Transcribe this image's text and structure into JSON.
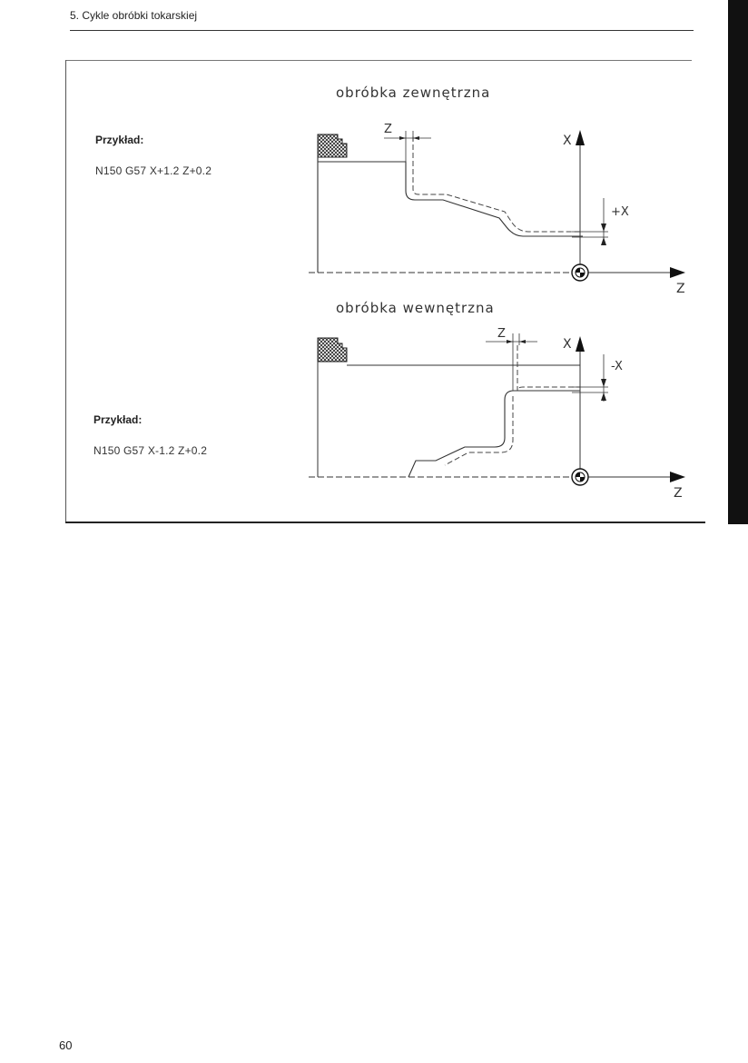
{
  "header": {
    "chapter_title": "5. Cykle obróbki tokarskiej"
  },
  "examples": [
    {
      "label": "Przykład:",
      "code": "N150 G57 X+1.2 Z+0.2"
    },
    {
      "label": "Przykład:",
      "code": "N150 G57 X-1.2 Z+0.2"
    }
  ],
  "diagrams": {
    "external": {
      "title": "obróbka zewnętrzna",
      "z_offset_label": "Z",
      "x_axis_label": "X",
      "x_offset_label": "+X",
      "z_axis_label": "Z"
    },
    "internal": {
      "title": "obróbka wewnętrzna",
      "z_offset_label": "Z",
      "x_axis_label": "X",
      "x_offset_label": "-X",
      "z_axis_label": "Z"
    }
  },
  "footer": {
    "page_number": "60"
  }
}
